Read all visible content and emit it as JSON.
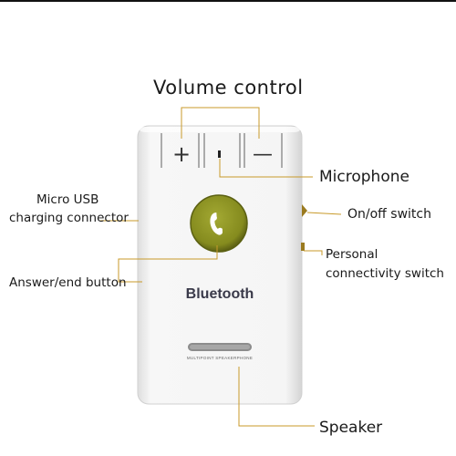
{
  "labels": {
    "volume_control": "Volume control",
    "microphone": "Microphone",
    "micro_usb_line1": "Micro USB",
    "micro_usb_line2": "charging connector",
    "on_off_switch": "On/off switch",
    "personal_line1": "Personal",
    "personal_line2": "connectivity switch",
    "answer_end": "Answer/end button",
    "speaker": "Speaker"
  },
  "device": {
    "brand": "Bluetooth",
    "subtitle": "MULTIPOINT SPEAKERPHONE",
    "plus_symbol": "+",
    "minus_symbol": "—",
    "phone_icon": "phone-handset-icon",
    "colors": {
      "body": "#f4f4f4",
      "answer_button": "#8a8f22",
      "answer_ring": "#5b6012",
      "leader_line": "#c89a2a"
    }
  }
}
